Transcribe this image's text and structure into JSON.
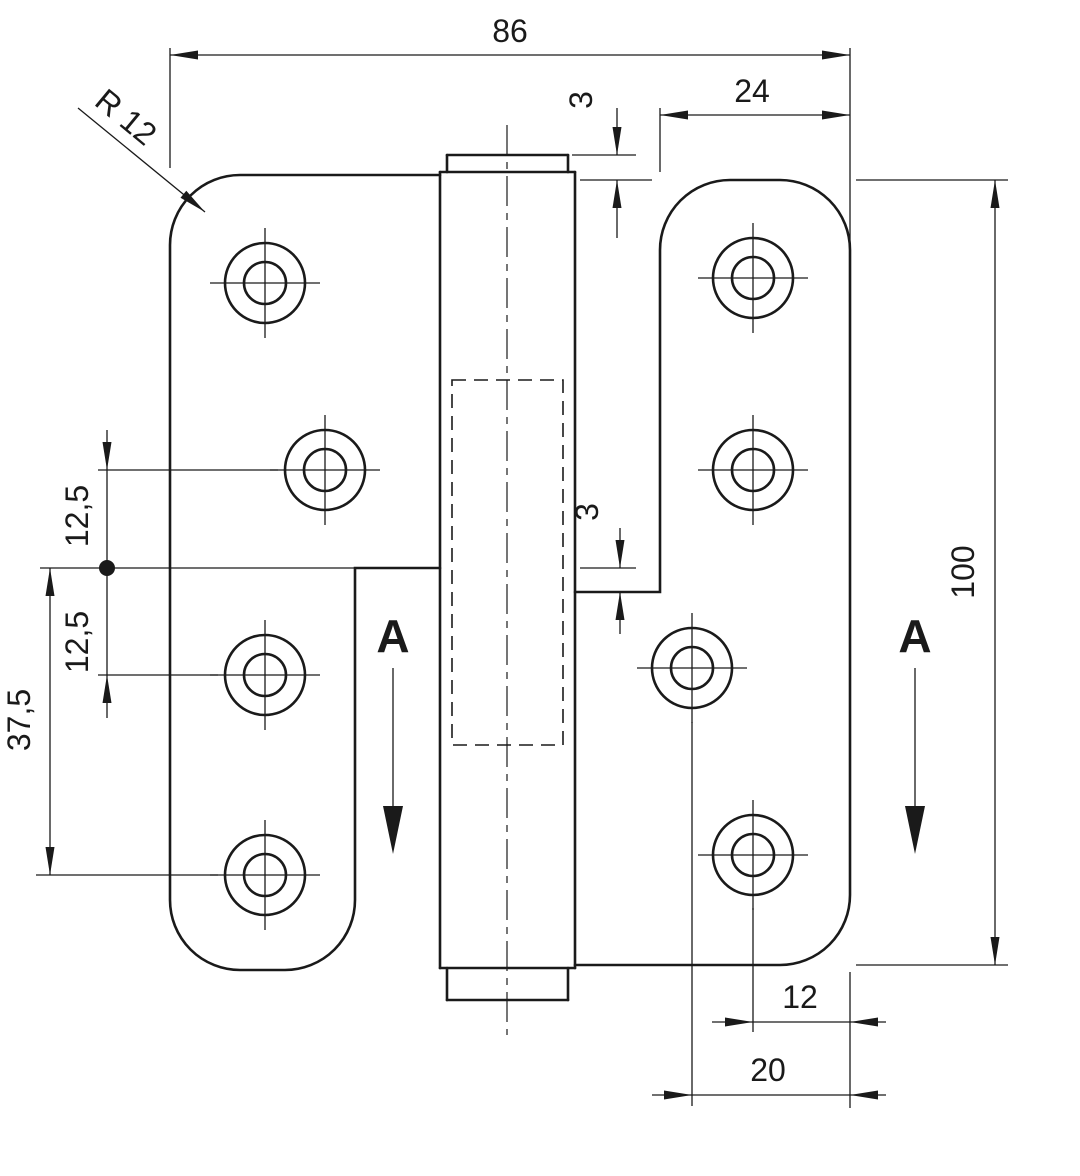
{
  "drawing": {
    "type": "technical-drawing",
    "subject": "lift-off door hinge, front view with section indication",
    "dimensions": {
      "overall_width": "86",
      "right_leaf_width": "24",
      "barrel_top_offset": "3",
      "knuckle_gap": "3",
      "overall_height": "100",
      "hole_to_edge": "12",
      "hole_to_edge_lower": "20",
      "upper_hole_pitch": "12,5",
      "lower_hole_pitch": "12,5",
      "hole_span": "37,5",
      "corner_radius": "R 12",
      "section_label": "A"
    },
    "colors": {
      "line": "#1a1a1a",
      "background": "#ffffff"
    }
  }
}
